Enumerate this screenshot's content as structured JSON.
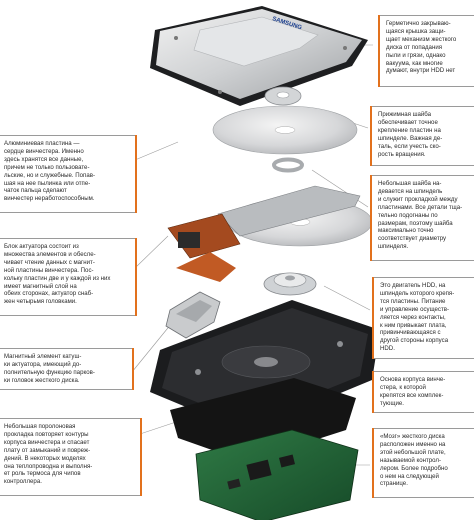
{
  "accent_color": "#e2711d",
  "callouts": {
    "cover": "Герметично закрываю-\nщаяся крышка защи-\nщает механизм жесткого\nдиска от попадания\nпыли и грязи, однако\nвакуума, как многие\nдумают, внутри HDD нет",
    "clamp": "Прижимная шайба\nобеспечивает точное\nкрепление пластин на\nшпинделе. Важная де-\nталь, если учесть ско-\nрость вращения.",
    "platter": "Алюминиевая пластина —\nсердце винчестера. Именно\nздесь хранятся все данные,\nпричем не только пользовате-\nльские, но и служебные. Попав-\nшая на нее пылинка или отпе-\nчаток пальца сделают\nвинчестер неработоспособным.",
    "spacer": "Небольшая шайба на-\nдевается на шпиндель\nи служит прокладкой между\nпластинами. Все детали тща-\nтельно подогнаны по\nразмерам, поэтому шайба\nмаксимально точно\nсоответствует диаметру\nшпинделя.",
    "actuator": "Блок актуатора состоит из\nмножества элементов и обесле-\nчивает чтение данных с магнит-\nной пластины винчестера. Пос-\nкольку пластин две и у каждой из них\nимеет магнитный слой на\nобеих сторонах, актуатор снаб-\nжен четырьмя головками.",
    "spindle": "Это двигатель HDD, на\nшпиндель которого крепя-\nтся пластины. Питание\nи управление осуществ-\nляется через контакты,\nк ним привыкает плата,\nпривинчивающаяся с\nдругой стороны корпуса\nHDD.",
    "magnet": "Магнитный элемент катуш-\nки актуатора, имеющий до-\nполнительную функцию парков-\nки головок жесткого диска.",
    "base": "Основа корпуса винче-\nстера, к которой\nкрепятся все комплек-\nтующие.",
    "foam": "Небольшая поролоновая\nпрокладка повторяет контуры\nкорпуса винчестера и спасает\nплату от замыканий и повреж-\nдений. В некоторых моделях\nона теплопроводна и выполня-\nет роль термоса для чипов\nконтроллера.",
    "pcb": "«Мозг» жесткого диска\nрасположен именно на\nэтой небольшой плате,\nназываемой контрол-\nлером. Более подробно\nо нем на следующей\nстранице."
  },
  "labels": {
    "cover_brand": "SAMSUNG"
  }
}
